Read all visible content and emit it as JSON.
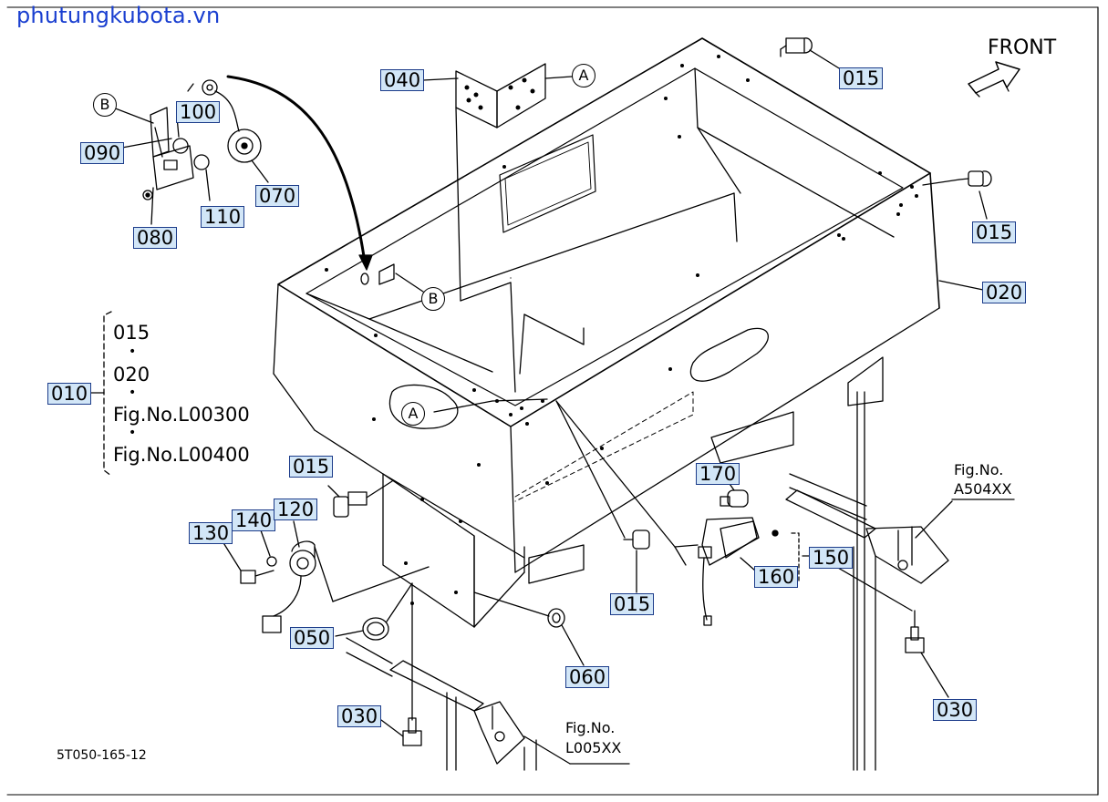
{
  "watermark": "phutungkubota.vn",
  "doc_code": "5T050-165-12",
  "front_label": "FRONT",
  "callouts": {
    "c040": "040",
    "c100": "100",
    "c090": "090",
    "c070": "070",
    "c110": "110",
    "c080": "080",
    "c015_top": "015",
    "c015_right": "015",
    "c020": "020",
    "c010": "010",
    "c015_left": "015",
    "c130": "130",
    "c140": "140",
    "c120": "120",
    "c170": "170",
    "c150": "150",
    "c160": "160",
    "c015_mid": "015",
    "c050": "050",
    "c060": "060",
    "c030_left": "030",
    "c030_right": "030"
  },
  "markers": {
    "a_top": "A",
    "a_left": "A",
    "b_top": "B",
    "b_mid": "B"
  },
  "assembly_list": {
    "item1": "015",
    "item2": "020",
    "item3": "Fig.No.L00300",
    "item4": "Fig.No.L00400",
    "bullet": "•"
  },
  "fig_refs": {
    "a504_line1": "Fig.No.",
    "a504_line2": "A504XX",
    "l005_line1": "Fig.No.",
    "l005_line2": "L005XX"
  }
}
